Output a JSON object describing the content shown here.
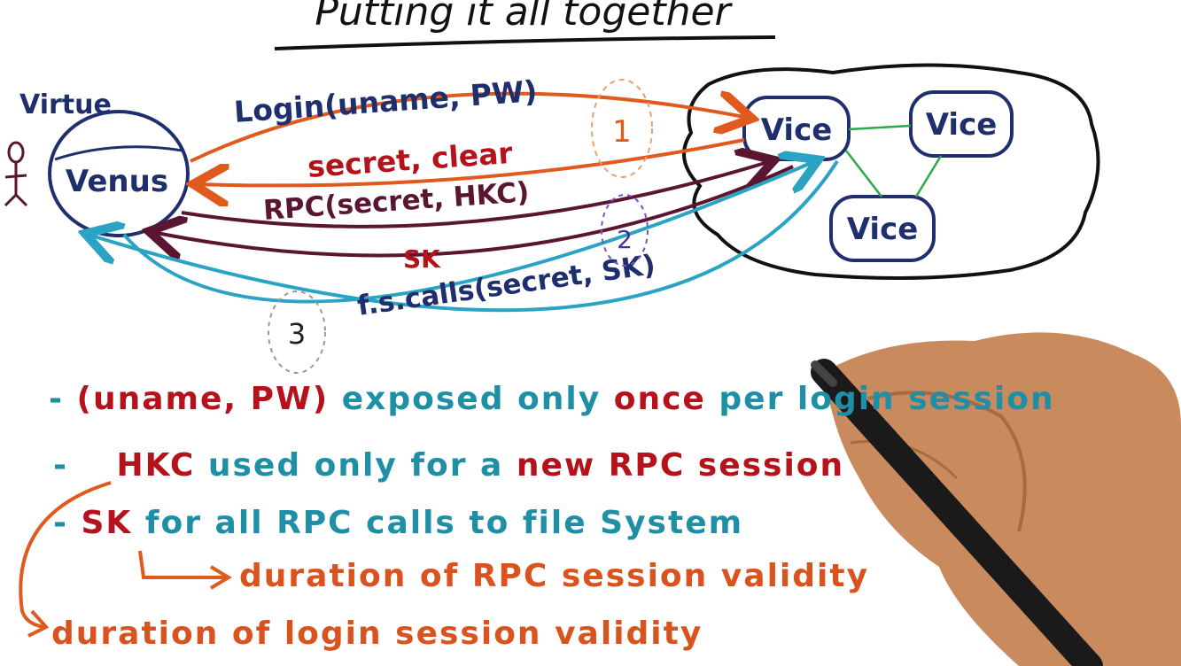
{
  "title": "Putting it all together",
  "actor": {
    "label": "Virtue"
  },
  "client": {
    "label": "Venus"
  },
  "server_nodes": [
    {
      "label": "Vice"
    },
    {
      "label": "Vice"
    },
    {
      "label": "Vice"
    }
  ],
  "arrows": {
    "login": "Login(uname, PW)",
    "secret_clear": "secret, clear",
    "rpc": "RPC(secret, HKC)",
    "sk": "SK",
    "fs_calls": "f.s.calls(secret, SK)"
  },
  "step_markers": [
    "1",
    "2",
    "3"
  ],
  "notes": {
    "line1": {
      "dash": "-",
      "part_a": "(uname, PW)",
      "part_b": "exposed only",
      "part_c": "once",
      "part_d": "per login session"
    },
    "line2": {
      "dash": "-",
      "part_a": "HKC",
      "part_b": "used only for a",
      "part_c": "new RPC session"
    },
    "line3": {
      "dash": "-",
      "part_a": "SK",
      "part_b": "for all RPC calls to file System"
    },
    "line4": {
      "text": "duration of RPC session validity"
    },
    "line5": {
      "text": "duration of login session validity"
    }
  },
  "colors": {
    "orange": "#e05a1e",
    "maroon": "#5a1530",
    "teal": "#2aa3c4",
    "navy": "#1f2f6e",
    "green": "#2ea84a",
    "red": "#b5121b"
  }
}
